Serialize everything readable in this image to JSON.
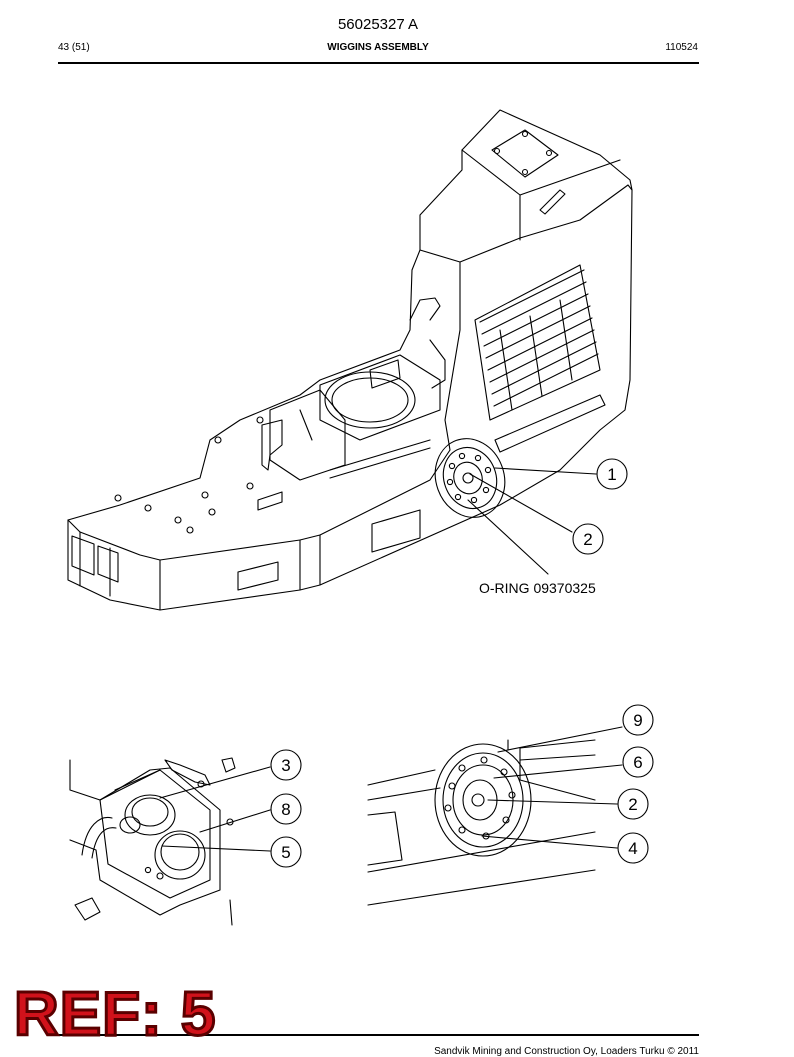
{
  "header": {
    "doc_number": "56025327 A",
    "page": "43 (51)",
    "title": "WIGGINS ASSEMBLY",
    "date_code": "110524"
  },
  "main_view": {
    "callouts": [
      "1",
      "2"
    ],
    "note": "O-RING 09370325"
  },
  "detail_left": {
    "callouts": [
      "3",
      "8",
      "5"
    ]
  },
  "detail_right": {
    "callouts": [
      "9",
      "6",
      "2",
      "4"
    ]
  },
  "stamp": {
    "text": "REF: 5",
    "color": "#d1121b"
  },
  "footer": {
    "copyright": "Sandvik Mining and Construction Oy, Loaders Turku © 2011"
  }
}
